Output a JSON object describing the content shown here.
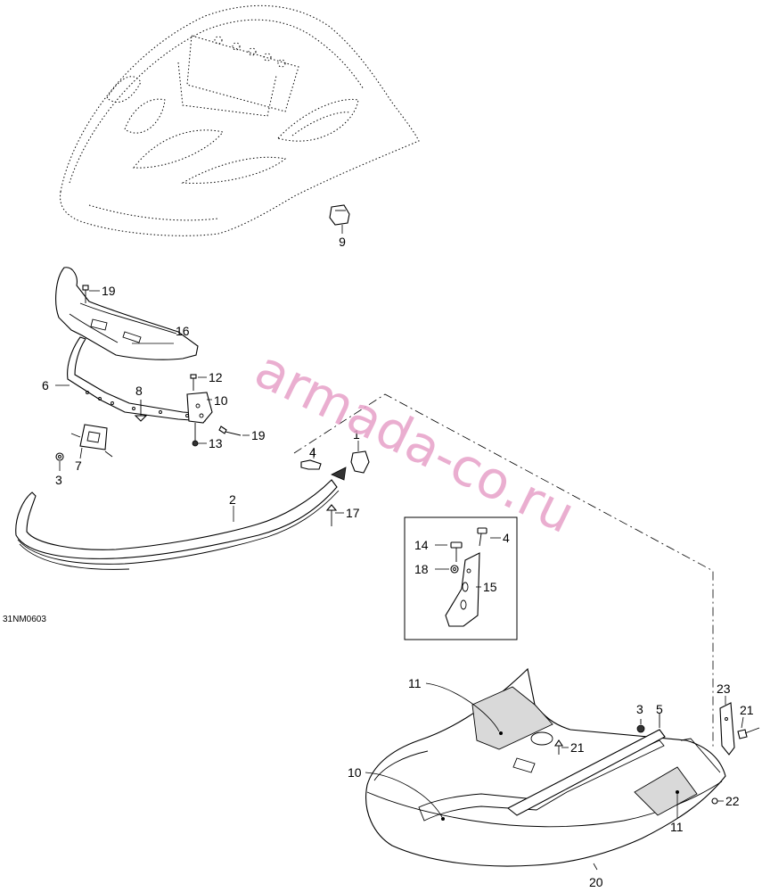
{
  "diagram": {
    "code": "31NM0603",
    "watermark": "armada-co.ru",
    "callouts": {
      "c1": "1",
      "c2": "2",
      "c3a": "3",
      "c3b": "3",
      "c4a": "4",
      "c4b": "4",
      "c5": "5",
      "c6": "6",
      "c7": "7",
      "c8": "8",
      "c9": "9",
      "c10a": "10",
      "c10b": "10",
      "c11a": "11",
      "c11b": "11",
      "c12": "12",
      "c13": "13",
      "c14": "14",
      "c15": "15",
      "c16": "16",
      "c17": "17",
      "c18": "18",
      "c19a": "19",
      "c19b": "19",
      "c20": "20",
      "c21a": "21",
      "c21b": "21",
      "c22": "22",
      "c23": "23"
    }
  }
}
